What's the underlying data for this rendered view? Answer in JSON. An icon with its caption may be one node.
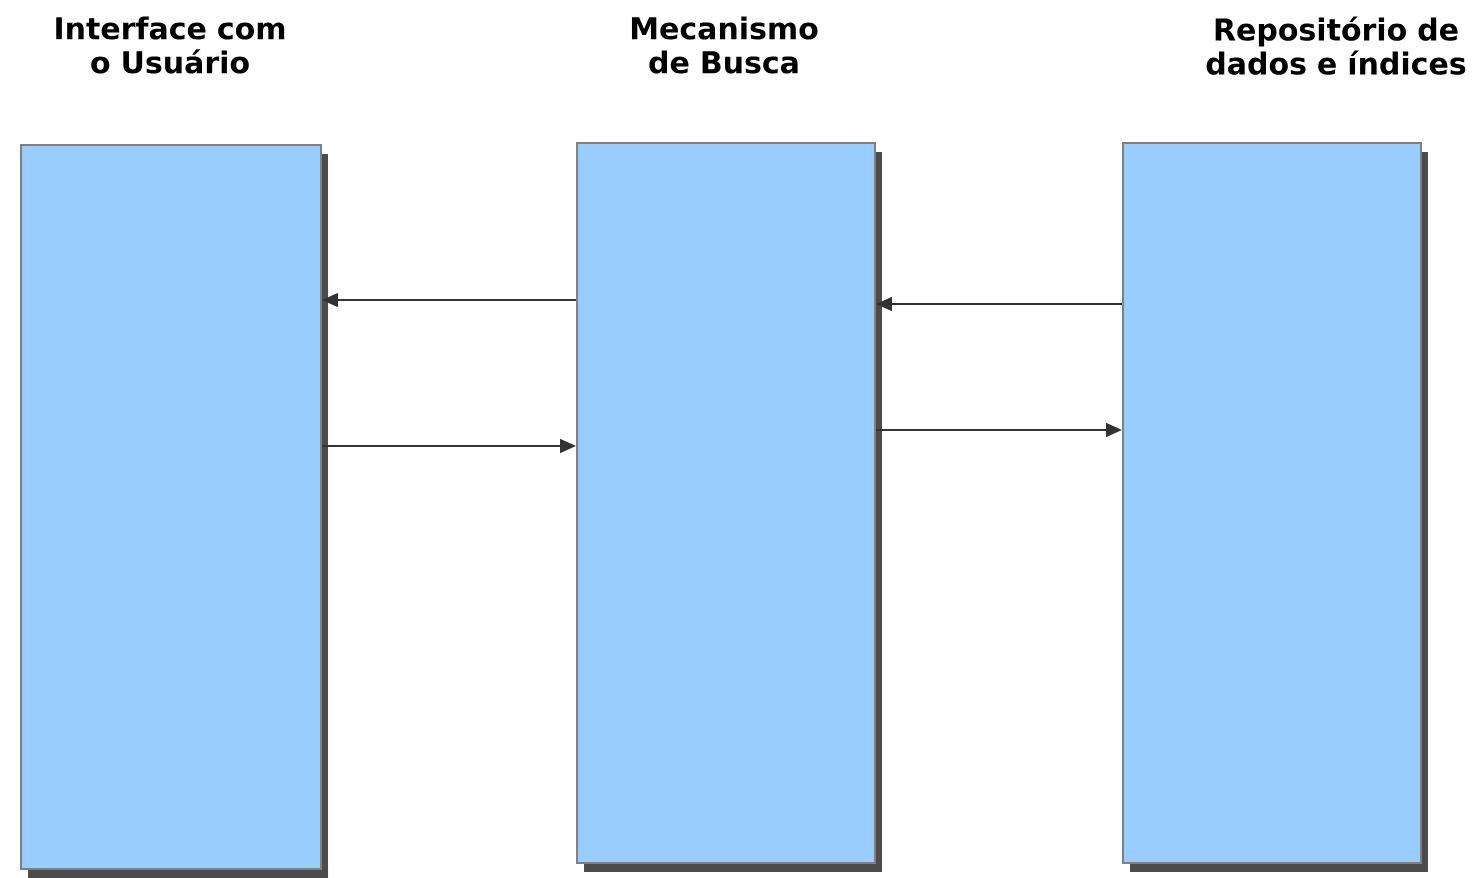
{
  "diagram": {
    "nodes": [
      {
        "text": [
          "Interface com o Usuário"
        ]
      },
      {
        "text": [
          "Mecanismo de Busca"
        ]
      },
      {
        "text": [
          "Repositório de dados e índices"
        ]
      }
    ],
    "edges": [
      {
        "from": 1,
        "to": 0,
        "arrow": "to"
      },
      {
        "from": 0,
        "to": 1,
        "arrow": "to"
      },
      {
        "from": 2,
        "to": 1,
        "arrow": "to"
      },
      {
        "from": 1,
        "to": 2,
        "arrow": "to"
      }
    ]
  }
}
